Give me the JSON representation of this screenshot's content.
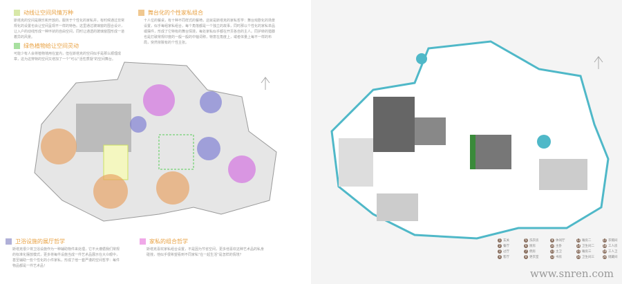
{
  "notes": [
    {
      "title": "动线让空间风情万种",
      "color": "#d8e8a8",
      "body": "斯塔克的空间是娱乐和开放的，服务于个性化的家私并，有时候通过非常规化的设置也会让空间呈现不一样的特色。这里通过玻璃窗的围合设计，让入户的动线形成一种环状的自由空间，同时让通透的玻璃窗围形成一道着异的风景。"
    },
    {
      "title": "绿色植物给让空间灵动",
      "color": "#a8e0a0",
      "body": "可能少有人会将植物墙用在室内，但在斯塔克的空间似乎是那么顺理成章，这为这穿特的空间又增加了一个\"可以\"活性质疑\"的空间舞台。"
    },
    {
      "title": "舞台化的个性家私组合",
      "color": "#f0c890",
      "body": "十人位的餐桌，有十种不同样式的餐椅，这就是斯塔克的家私哲学：舞台戏剧化的场景设置，似乎每组家私组合，每个角落都是一个独立的故事，同时那以个性化的家私单品或摆件，形成了它特有的舞台情境，每处家私似乎都在开页各自的主人。同护转的猎膝也是打破常规印度的一般一般的中轴词称，特意在角度上，或者体量上每不一样的布局，突然依致有的个性主张。"
    },
    {
      "title": "卫浴设施的展厅哲学",
      "color": "#b0b0d8",
      "body": "斯塔克很少将卫浴设施作为一种辅助物件来处理，它不大遵循我们常规的标准化摆放模式，更多将每件设施当成一件艺术品展示在大众眼中，甚至辅助一些个性化的小件家私，形成了他一套严谨的空间哲学：每件物品都是一件艺术品！"
    },
    {
      "title": "家私的组合哲学",
      "color": "#f0a8e8",
      "body": "斯塔克喜欢家私组合设置，不是因为节省空间，更多他喜欢这种艺术品的私身碰撞，他似乎很希望看到不同家私\"在一起生活\"是怎样的情境？"
    }
  ],
  "legend": [
    "玄关",
    "餐厅",
    "过厅",
    "客厅",
    "洗衣房",
    "厨房",
    "佣房",
    "更衣室",
    "休闲厅",
    "主卧",
    "主卫",
    "书房",
    "睡房二",
    "卫生间二",
    "睡房三",
    "卫生间三",
    "衣帽间",
    "工人房",
    "工人卫",
    "储藏间"
  ],
  "watermark": "www.snren.com",
  "colors": {
    "accent": "#e8a040",
    "pool": "#4fb8c8",
    "circle_orange": "#e8a060",
    "circle_purple": "#7070d0",
    "circle_pink": "#d060e0"
  }
}
